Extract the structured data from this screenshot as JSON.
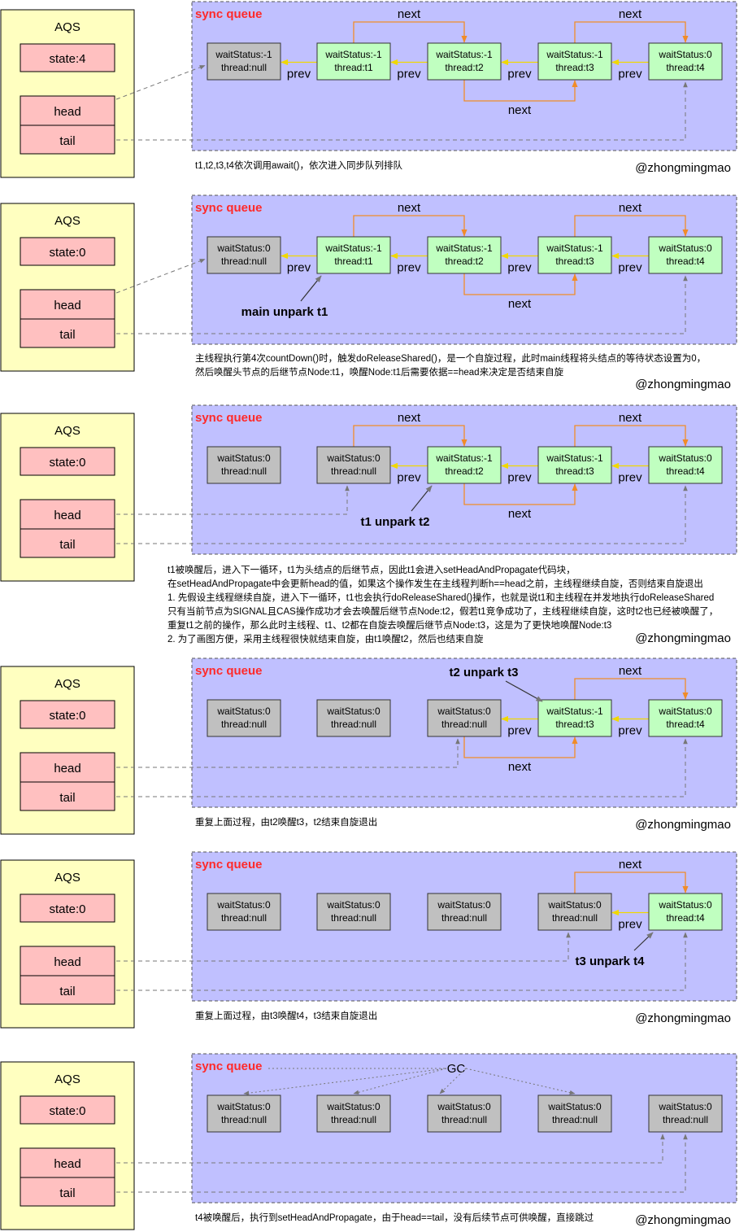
{
  "watermark": "@zhongmingmao",
  "labels": {
    "aqs": "AQS",
    "head": "head",
    "tail": "tail",
    "sync_queue": "sync queue",
    "next": "next",
    "prev": "prev",
    "gc": "GC"
  },
  "colors": {
    "aqs_panel": "#ffffc0",
    "aqs_cell": "#ffc0c0",
    "queue_bg": "#c0c0ff",
    "node_active": "#c0ffc0",
    "node_dead": "#c0c0c0",
    "sync_title": "#ff2a2a",
    "next_arrow": "#f08c28",
    "prev_arrow": "#f0d800",
    "pointer": "#777777"
  },
  "scenes": [
    {
      "state": "state:4",
      "nodes": [
        {
          "status": "waitStatus:-1",
          "thread": "thread:null",
          "alive": false
        },
        {
          "status": "waitStatus:-1",
          "thread": "thread:t1",
          "alive": true
        },
        {
          "status": "waitStatus:-1",
          "thread": "thread:t2",
          "alive": true
        },
        {
          "status": "waitStatus:-1",
          "thread": "thread:t3",
          "alive": true
        },
        {
          "status": "waitStatus:0",
          "thread": "thread:t4",
          "alive": true
        }
      ],
      "prev_links": [
        1,
        2,
        3,
        4
      ],
      "next_links": [
        {
          "from": 1,
          "to": 2,
          "above": true
        },
        {
          "from": 2,
          "to": 3,
          "above": false
        },
        {
          "from": 3,
          "to": 4,
          "above": true
        }
      ],
      "head_node": 0,
      "tail_node": 4,
      "caption": [
        "t1,t2,t3,t4依次调用await()，依次进入同步队列排队"
      ]
    },
    {
      "state": "state:0",
      "nodes": [
        {
          "status": "waitStatus:0",
          "thread": "thread:null",
          "alive": false
        },
        {
          "status": "waitStatus:-1",
          "thread": "thread:t1",
          "alive": true
        },
        {
          "status": "waitStatus:-1",
          "thread": "thread:t2",
          "alive": true
        },
        {
          "status": "waitStatus:-1",
          "thread": "thread:t3",
          "alive": true
        },
        {
          "status": "waitStatus:0",
          "thread": "thread:t4",
          "alive": true
        }
      ],
      "prev_links": [
        1,
        2,
        3,
        4
      ],
      "next_links": [
        {
          "from": 1,
          "to": 2,
          "above": true
        },
        {
          "from": 2,
          "to": 3,
          "above": false
        },
        {
          "from": 3,
          "to": 4,
          "above": true
        }
      ],
      "head_node": 0,
      "tail_node": 4,
      "unpark": {
        "text": "main unpark t1",
        "target": 1
      },
      "caption": [
        "主线程执行第4次countDown()时，触发doReleaseShared()，是一个自旋过程，此时main线程将头结点的等待状态设置为0，",
        "然后唤醒头节点的后继节点Node:t1，唤醒Node:t1后需要依据==head来决定是否结束自旋"
      ]
    },
    {
      "state": "state:0",
      "nodes": [
        {
          "status": "waitStatus:0",
          "thread": "thread:null",
          "alive": false
        },
        {
          "status": "waitStatus:0",
          "thread": "thread:null",
          "alive": false
        },
        {
          "status": "waitStatus:-1",
          "thread": "thread:t2",
          "alive": true
        },
        {
          "status": "waitStatus:-1",
          "thread": "thread:t3",
          "alive": true
        },
        {
          "status": "waitStatus:0",
          "thread": "thread:t4",
          "alive": true
        }
      ],
      "prev_links": [
        2,
        3,
        4
      ],
      "next_links": [
        {
          "from": 1,
          "to": 2,
          "above": true
        },
        {
          "from": 2,
          "to": 3,
          "above": false
        },
        {
          "from": 3,
          "to": 4,
          "above": true
        }
      ],
      "head_node": 1,
      "tail_node": 4,
      "unpark": {
        "text": "t1 unpark t2",
        "target": 2
      },
      "caption": [
        "t1被唤醒后，进入下一循环，t1为头结点的后继节点，因此t1会进入setHeadAndPropagate代码块，",
        "在setHeadAndPropagate中会更新head的值，如果这个操作发生在主线程判断h==head之前，主线程继续自旋，否则结束自旋退出",
        "1. 先假设主线程继续自旋，进入下一循环，t1也会执行doReleaseShared()操作，也就是说t1和主线程在并发地执行doReleaseShared",
        "只有当前节点为SIGNAL且CAS操作成功才会去唤醒后继节点Node:t2，假若t1竞争成功了，主线程继续自旋，这时t2也已经被唤醒了，",
        "重复t1之前的操作，那么此时主线程、t1、t2都在自旋去唤醒后继节点Node:t3，这是为了更快地唤醒Node:t3",
        "2. 为了画图方便，采用主线程很快就结束自旋，由t1唤醒t2，然后也结束自旋"
      ]
    },
    {
      "state": "state:0",
      "nodes": [
        {
          "status": "waitStatus:0",
          "thread": "thread:null",
          "alive": false
        },
        {
          "status": "waitStatus:0",
          "thread": "thread:null",
          "alive": false
        },
        {
          "status": "waitStatus:0",
          "thread": "thread:null",
          "alive": false
        },
        {
          "status": "waitStatus:-1",
          "thread": "thread:t3",
          "alive": true
        },
        {
          "status": "waitStatus:0",
          "thread": "thread:t4",
          "alive": true
        }
      ],
      "prev_links": [
        3,
        4
      ],
      "next_links": [
        {
          "from": 2,
          "to": 3,
          "above": false
        },
        {
          "from": 3,
          "to": 4,
          "above": true
        }
      ],
      "head_node": 2,
      "tail_node": 4,
      "unpark": {
        "text": "t2 unpark t3",
        "target": 3
      },
      "caption": [
        "重复上面过程，由t2唤醒t3，t2结束自旋退出"
      ]
    },
    {
      "state": "state:0",
      "nodes": [
        {
          "status": "waitStatus:0",
          "thread": "thread:null",
          "alive": false
        },
        {
          "status": "waitStatus:0",
          "thread": "thread:null",
          "alive": false
        },
        {
          "status": "waitStatus:0",
          "thread": "thread:null",
          "alive": false
        },
        {
          "status": "waitStatus:0",
          "thread": "thread:null",
          "alive": false
        },
        {
          "status": "waitStatus:0",
          "thread": "thread:t4",
          "alive": true
        }
      ],
      "prev_links": [
        4
      ],
      "next_links": [
        {
          "from": 3,
          "to": 4,
          "above": true
        }
      ],
      "head_node": 3,
      "tail_node": 4,
      "unpark": {
        "text": "t3 unpark t4",
        "target": 4
      },
      "caption": [
        "重复上面过程，由t3唤醒t4，t3结束自旋退出"
      ]
    },
    {
      "state": "state:0",
      "nodes": [
        {
          "status": "waitStatus:0",
          "thread": "thread:null",
          "alive": false
        },
        {
          "status": "waitStatus:0",
          "thread": "thread:null",
          "alive": false
        },
        {
          "status": "waitStatus:0",
          "thread": "thread:null",
          "alive": false
        },
        {
          "status": "waitStatus:0",
          "thread": "thread:null",
          "alive": false
        },
        {
          "status": "waitStatus:0",
          "thread": "thread:null",
          "alive": false
        }
      ],
      "prev_links": [],
      "next_links": [],
      "head_node": 4,
      "tail_node": 4,
      "gc_targets": [
        0,
        1,
        2,
        3
      ],
      "caption": [
        "t4被唤醒后，执行到setHeadAndPropagate，由于head==tail，没有后续节点可供唤醒，直接跳过"
      ]
    }
  ]
}
